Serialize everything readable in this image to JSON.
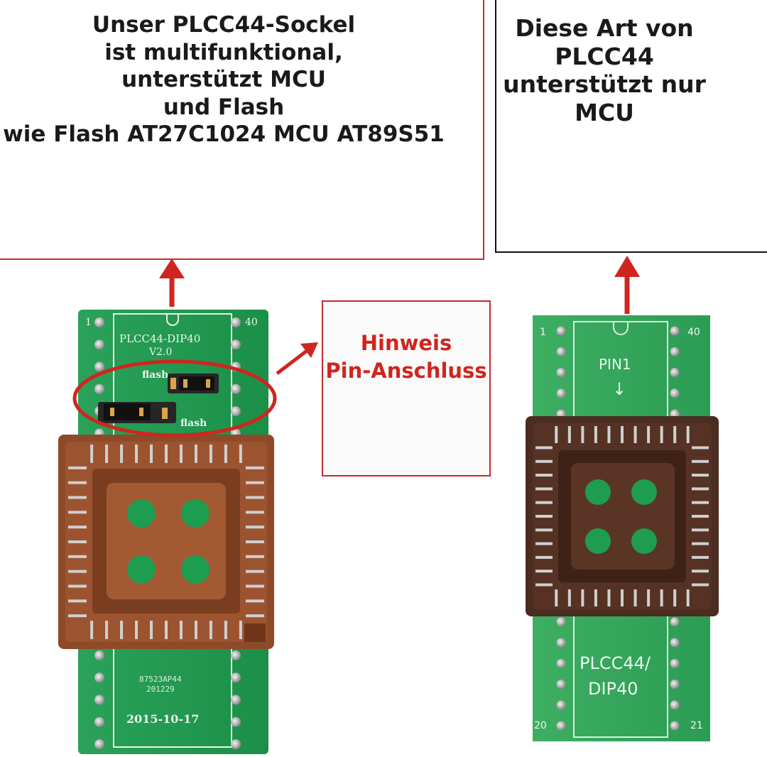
{
  "captions": {
    "left_box": {
      "lines": [
        "Unser PLCC44-Sockel",
        "ist multifunktional,",
        "unterstützt MCU",
        "und Flash",
        "wie Flash AT27C1024 MCU AT89S51"
      ]
    },
    "right_box": {
      "lines": [
        "Diese Art von",
        "PLCC44",
        "unterstützt nur",
        "MCU"
      ]
    },
    "hint_box": {
      "lines": [
        "Hinweis",
        "Pin-Anschluss"
      ]
    }
  },
  "left_board": {
    "silkscreen_title": "PLCC44-DIP40",
    "silkscreen_version": "V2.0",
    "pin_first": "1",
    "pin_last": "40",
    "jumper_label_top": "flash",
    "jumper_label_bottom": "flash",
    "chip_code_line1": "87523AP44",
    "chip_code_line2": "201229",
    "date": "2015-10-17"
  },
  "right_board": {
    "pin_marker": "PIN1",
    "pin_arrow": "↓",
    "pin_first": "1",
    "pin_last": "40",
    "pin_bottom_left": "20",
    "pin_bottom_right": "21",
    "silkscreen_line1": "PLCC44/",
    "silkscreen_line2": "DIP40"
  },
  "colors": {
    "accent_red": "#d0251f",
    "box_border_red": "#c8292e",
    "pcb_green": "#1f9a4e",
    "socket_brown_left": "#8e4a28",
    "socket_brown_right": "#4b2c20"
  }
}
